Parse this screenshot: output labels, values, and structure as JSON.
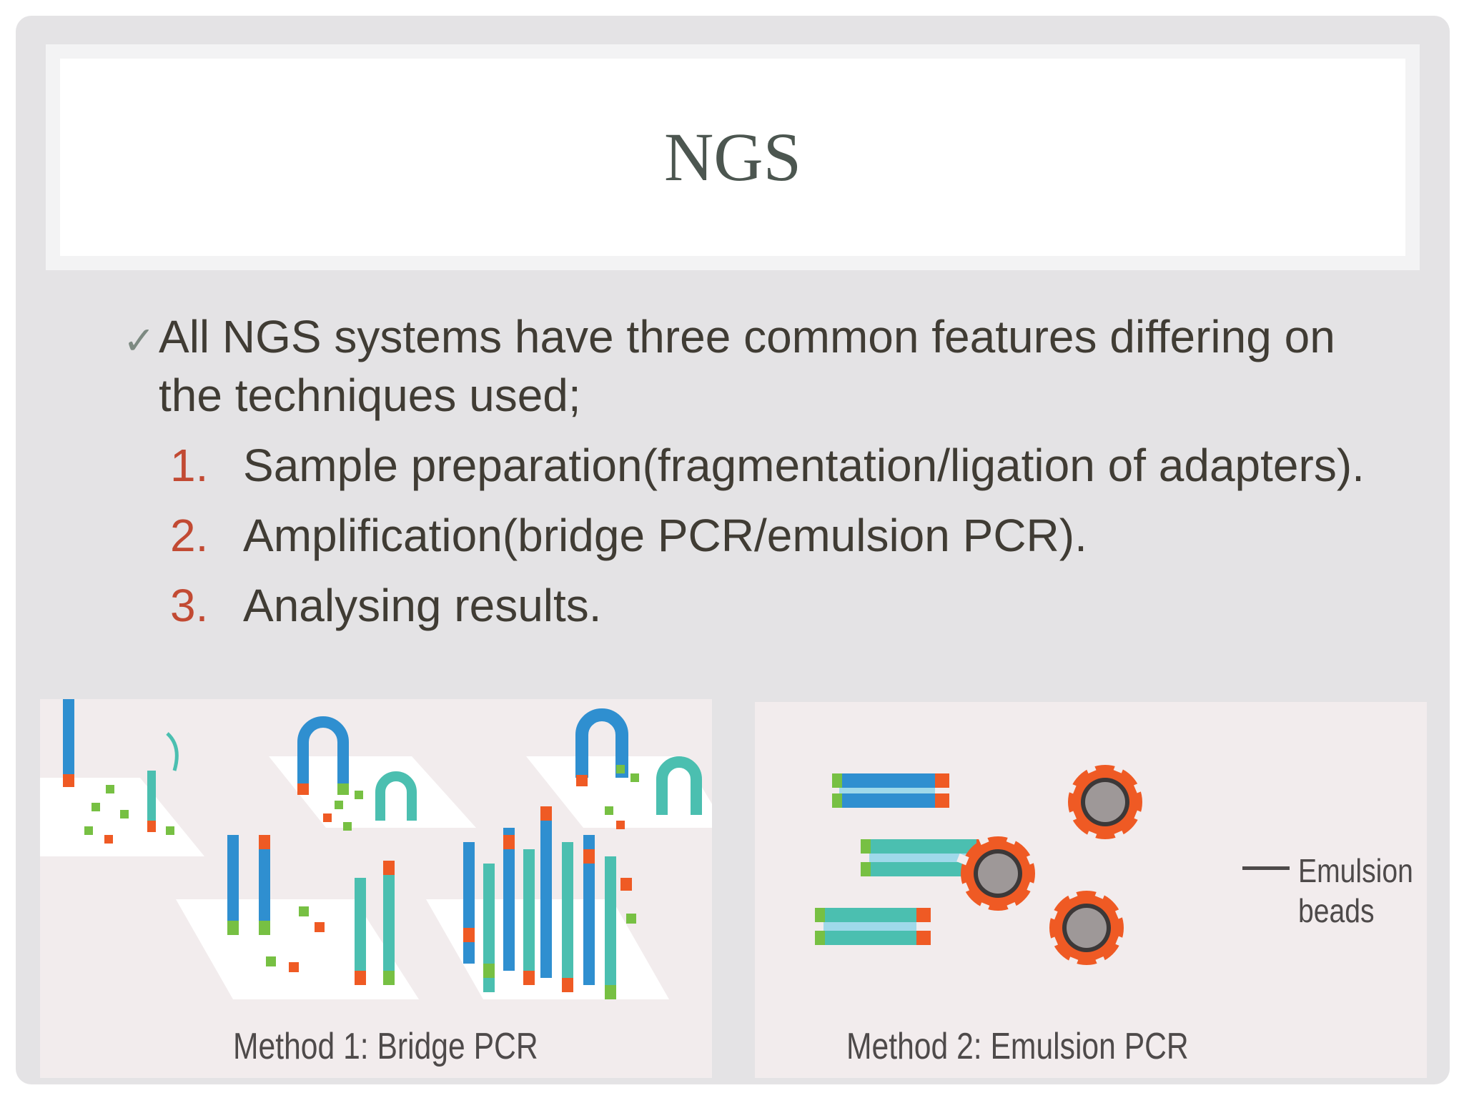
{
  "slide": {
    "title": "NGS",
    "bullet": "All NGS systems have three common features differing on the techniques used;",
    "items": [
      {
        "marker": "1.",
        "text": "Sample preparation(fragmentation/ligation of adapters)."
      },
      {
        "marker": "2.",
        "text": "Amplification(bridge PCR/emulsion PCR)."
      },
      {
        "marker": "3.",
        "text": "Analysing results."
      }
    ]
  },
  "figures": {
    "left_caption": "Method 1: Bridge PCR",
    "right_caption": "Method 2: Emulsion PCR",
    "beads_label_line1": "Emulsion",
    "beads_label_line2": "beads"
  },
  "colors": {
    "blue": "#2f8fd0",
    "teal": "#4bbfb0",
    "light_blue": "#9fd9ea",
    "green": "#77c043",
    "orange": "#ef5a24",
    "bead_gray": "#9e9898"
  }
}
